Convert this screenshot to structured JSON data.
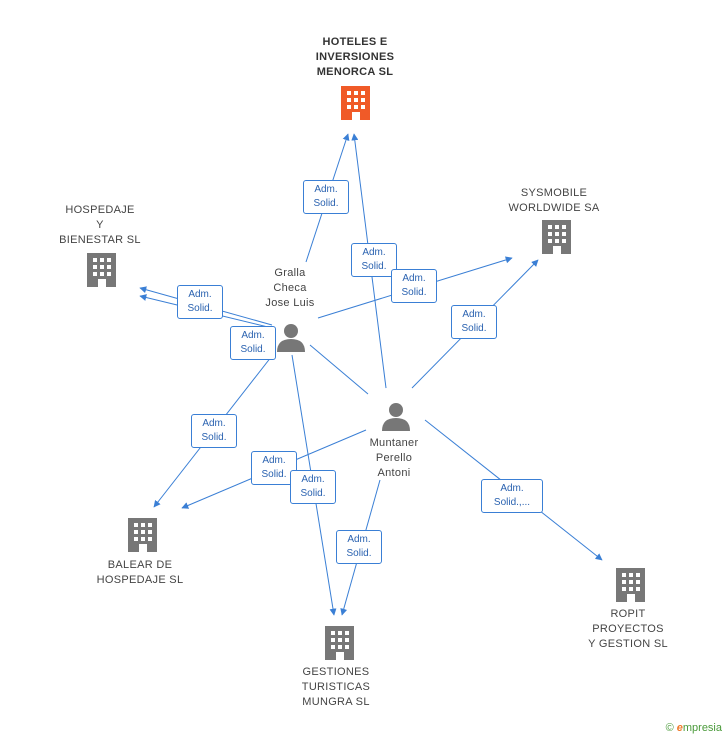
{
  "nodes": {
    "hoteles": "HOTELES E\nINVERSIONES\nMENORCA  SL",
    "hospedaje": "HOSPEDAJE\nY\nBIENESTAR  SL",
    "sysmobile": "SYSMOBILE\nWORLDWIDE SA",
    "gralla": "Gralla\nCheca\nJose Luis",
    "muntaner": "Muntaner\nPerello\nAntoni",
    "balear": "BALEAR DE\nHOSPEDAJE  SL",
    "gestiones": "GESTIONES\nTURISTICAS\nMUNGRA  SL",
    "ropit": "ROPIT\nPROYECTOS\nY GESTION  SL"
  },
  "edge_labels": {
    "adm_solid": "Adm.\nSolid.",
    "adm_solid_more": "Adm.\nSolid.,..."
  },
  "colors": {
    "main_company": "#f05a28",
    "company": "#777777",
    "person": "#777777",
    "edge": "#3a7fd5"
  },
  "footer": {
    "copyright": "©",
    "brand_first": "e",
    "brand_rest": "mpresia"
  }
}
